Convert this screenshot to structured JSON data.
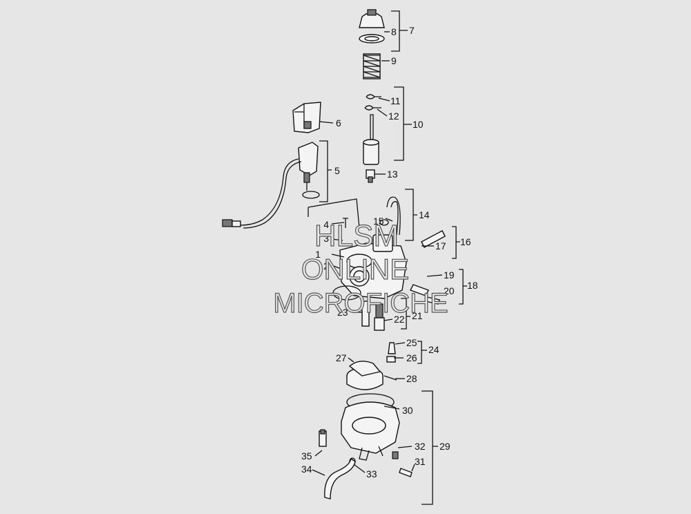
{
  "diagram": {
    "callouts": [
      "1",
      "2",
      "3",
      "4",
      "5",
      "6",
      "7",
      "8",
      "9",
      "10",
      "11",
      "12",
      "13",
      "14",
      "15",
      "16",
      "17",
      "18",
      "19",
      "20",
      "21",
      "22",
      "23",
      "24",
      "25",
      "26",
      "27",
      "28",
      "29",
      "30",
      "31",
      "32",
      "33",
      "34",
      "35"
    ]
  },
  "watermark": {
    "line1": "HLSM",
    "line2": "ONLINE",
    "line3": "MICROFICHE"
  }
}
